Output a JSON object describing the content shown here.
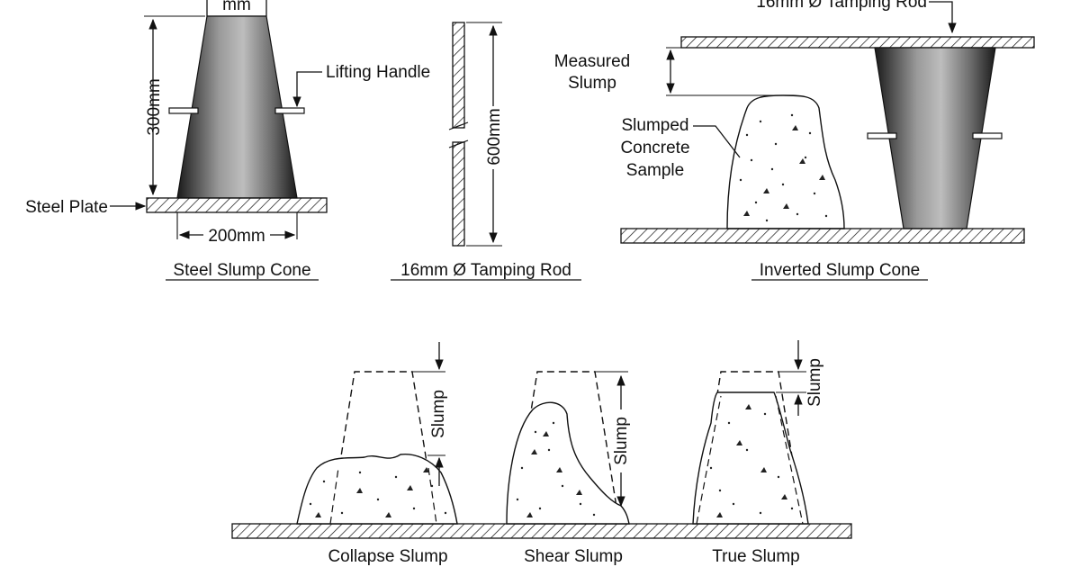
{
  "top": {
    "cone_top_dim": "mm",
    "height_dim": "300mm",
    "lifting_handle": "Lifting Handle",
    "steel_plate": "Steel Plate",
    "base_dim": "200mm",
    "rod_length": "600mm",
    "rod_label": "16mm Ø Tamping Rod",
    "measured_slump": [
      "Measured",
      "Slump"
    ],
    "slumped_sample": [
      "Slumped",
      "Concrete",
      "Sample"
    ]
  },
  "captions": {
    "steel_cone": "Steel Slump Cone",
    "tamping_rod": "16mm Ø Tamping Rod",
    "inverted_cone": "Inverted Slump Cone"
  },
  "bottom": {
    "collapse": "Collapse Slump",
    "shear": "Shear Slump",
    "true": "True Slump",
    "slump_label": "Slump"
  },
  "colors": {
    "ink": "#111111",
    "cone_dark": "#1a1a1a",
    "cone_light": "#b5b5b5",
    "background": "#ffffff"
  }
}
